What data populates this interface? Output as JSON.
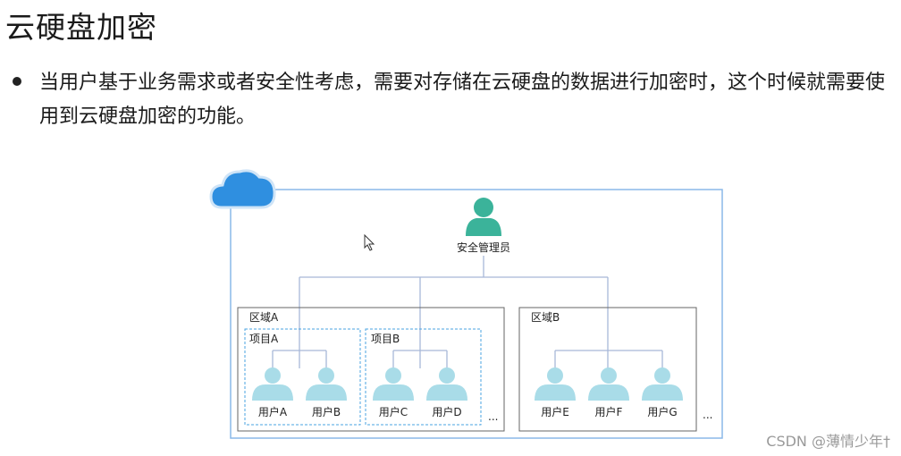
{
  "title": "云硬盘加密",
  "bullet_text": "当用户基于业务需求或者安全性考虑，需要对存储在云硬盘的数据进行加密时，这个时候就需要使用到云硬盘加密的功能。",
  "diagram": {
    "admin_label": "安全管理员",
    "region_a": "区域A",
    "region_b": "区域B",
    "project_a": "项目A",
    "project_b": "项目B",
    "users": {
      "a": "用户A",
      "b": "用户B",
      "c": "用户C",
      "d": "用户D",
      "e": "用户E",
      "f": "用户F",
      "g": "用户G"
    },
    "ellipsis": "...",
    "colors": {
      "cloud": "#2f8fe0",
      "outer_border": "#8ab8e8",
      "admin": "#3bb39a",
      "user": "#a9dce8",
      "connector": "#a8b8d8"
    }
  },
  "watermark": "CSDN @薄情少年†"
}
